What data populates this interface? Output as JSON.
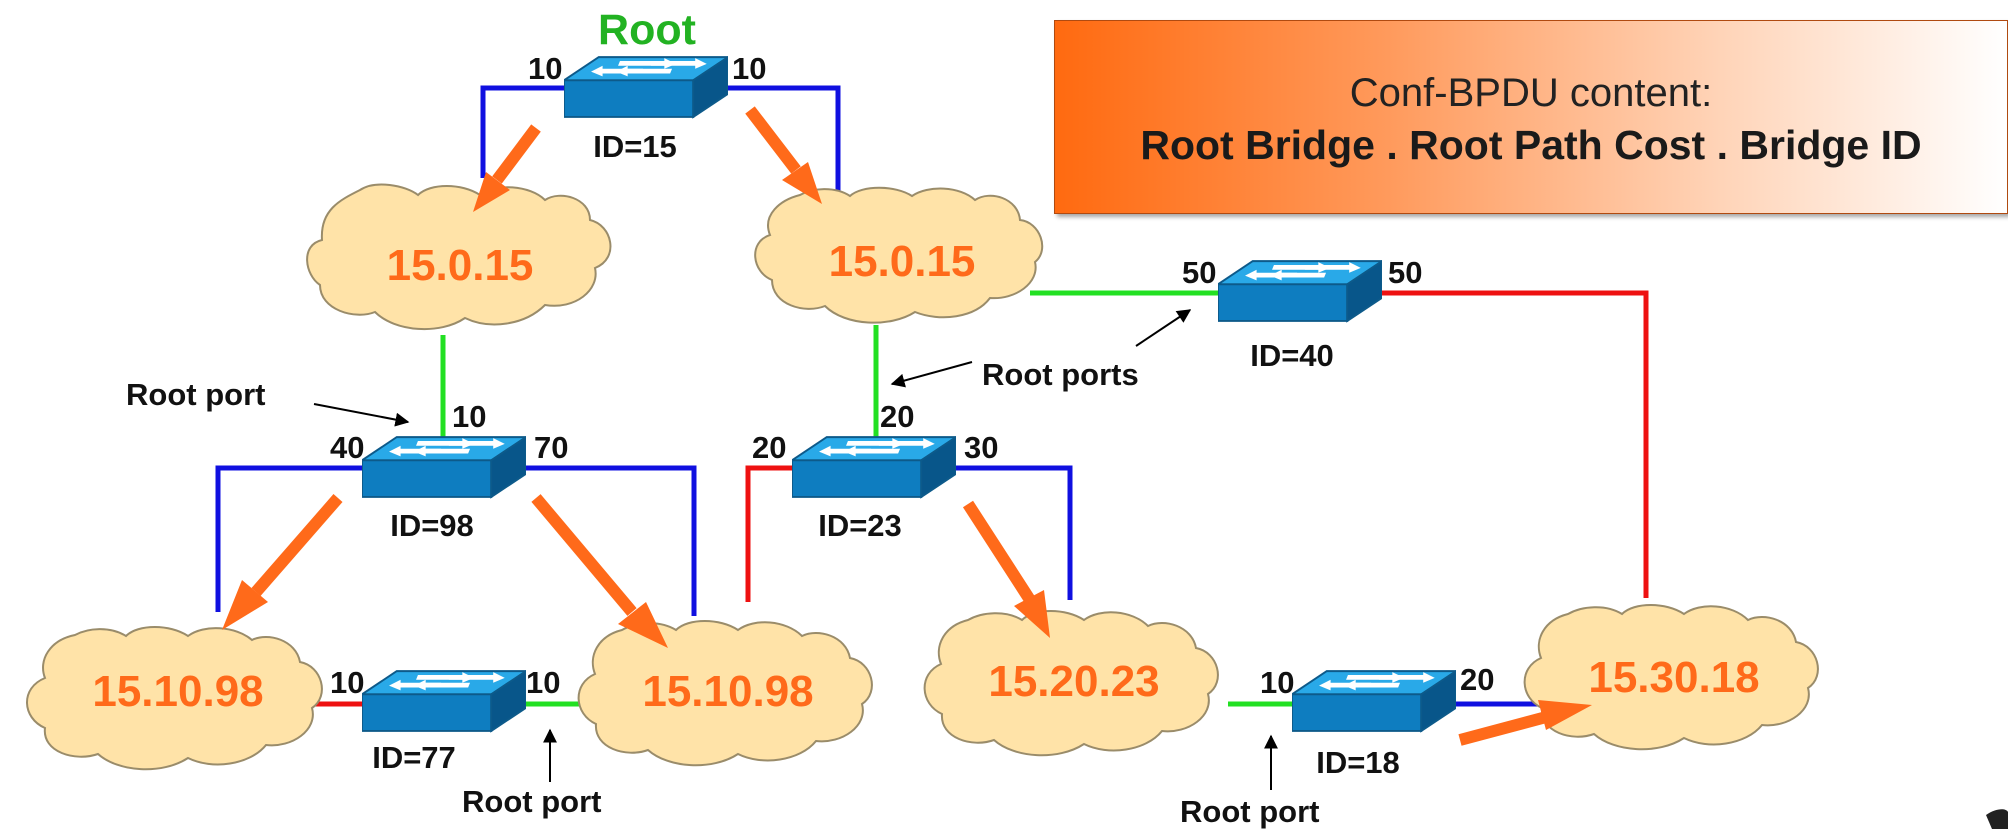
{
  "banner": {
    "heading": "Conf-BPDU content:",
    "fields": "Root Bridge . Root Path Cost . Bridge ID"
  },
  "root_label": "Root",
  "switches": [
    {
      "key": "s15",
      "id_label": "ID=15",
      "port_left": "10",
      "port_right": "10"
    },
    {
      "key": "s98",
      "id_label": "ID=98",
      "port_left": "40",
      "port_top": "10",
      "port_right": "70"
    },
    {
      "key": "s23",
      "id_label": "ID=23",
      "port_left": "20",
      "port_top": "20",
      "port_right": "30"
    },
    {
      "key": "s40",
      "id_label": "ID=40",
      "port_left": "50",
      "port_right": "50"
    },
    {
      "key": "s77",
      "id_label": "ID=77",
      "port_left": "10",
      "port_right": "10"
    },
    {
      "key": "s18",
      "id_label": "ID=18",
      "port_left": "10",
      "port_right": "20"
    }
  ],
  "segments": [
    {
      "key": "seg1",
      "bpdu": "15.0.15"
    },
    {
      "key": "seg2",
      "bpdu": "15.0.15"
    },
    {
      "key": "seg3",
      "bpdu": "15.10.98"
    },
    {
      "key": "seg4",
      "bpdu": "15.10.98"
    },
    {
      "key": "seg5",
      "bpdu": "15.20.23"
    },
    {
      "key": "seg6",
      "bpdu": "15.30.18"
    }
  ],
  "annotations": {
    "root_port_98": "Root port",
    "root_ports_23_40": "Root ports",
    "root_port_77": "Root port",
    "root_port_18": "Root port"
  },
  "colors": {
    "root_label": "#22b222",
    "bpdu_text": "#ff6a1a",
    "cloud_fill": "#ffe3a8",
    "cloud_stroke": "#9a8c6a",
    "link_designated": "#1010e0",
    "link_root": "#22e022",
    "link_blocked": "#ee1111",
    "bpdu_arrow": "#ff6a1a",
    "switch_top": "#29a9e8",
    "switch_side": "#0a6fa8"
  }
}
